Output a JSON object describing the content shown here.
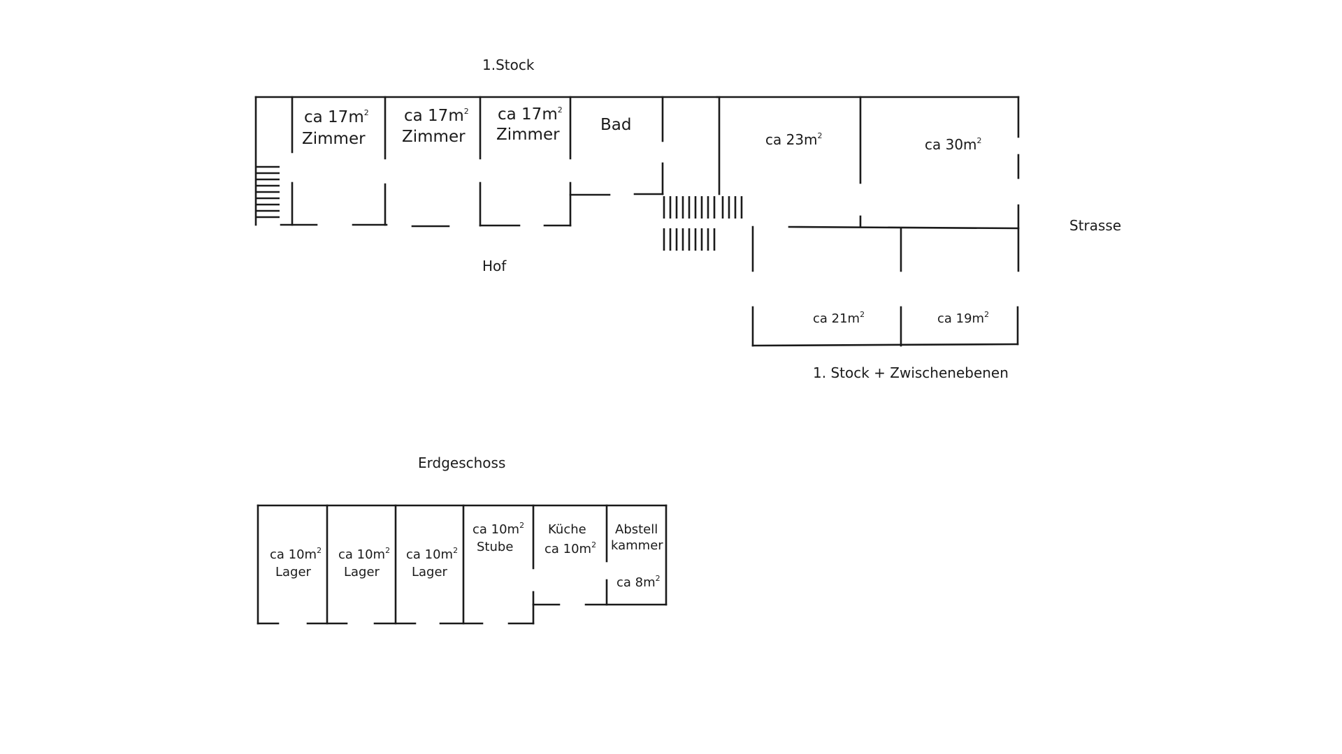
{
  "upper_plan": {
    "title": "1.Stock",
    "courtyard": "Hof",
    "street": "Strasse",
    "right_caption": "1. Stock + Zwischenebenen",
    "rooms": [
      {
        "area": "ca 17m",
        "unit_sup": "2",
        "name": "Zimmer"
      },
      {
        "area": "ca 17m",
        "unit_sup": "2",
        "name": "Zimmer"
      },
      {
        "area": "ca 17m",
        "unit_sup": "2",
        "name": "Zimmer"
      },
      {
        "name": "Bad"
      },
      {
        "area": "ca 23m",
        "unit_sup": "2"
      },
      {
        "area": "ca 30m",
        "unit_sup": "2"
      },
      {
        "area": "ca 21m",
        "unit_sup": "2"
      },
      {
        "area": "ca 19m",
        "unit_sup": "2"
      }
    ]
  },
  "ground_plan": {
    "title": "Erdgeschoss",
    "rooms": [
      {
        "area": "ca 10m",
        "unit_sup": "2",
        "name": "Lager"
      },
      {
        "area": "ca 10m",
        "unit_sup": "2",
        "name": "Lager"
      },
      {
        "area": "ca 10m",
        "unit_sup": "2",
        "name": "Lager"
      },
      {
        "area": "ca 10m",
        "unit_sup": "2",
        "name": "Stube"
      },
      {
        "name": "Küche",
        "area": "ca 10m",
        "unit_sup": "2"
      },
      {
        "name_line1": "Abstell",
        "name_line2": "kammer",
        "area": "ca 8m",
        "unit_sup": "2"
      }
    ]
  }
}
